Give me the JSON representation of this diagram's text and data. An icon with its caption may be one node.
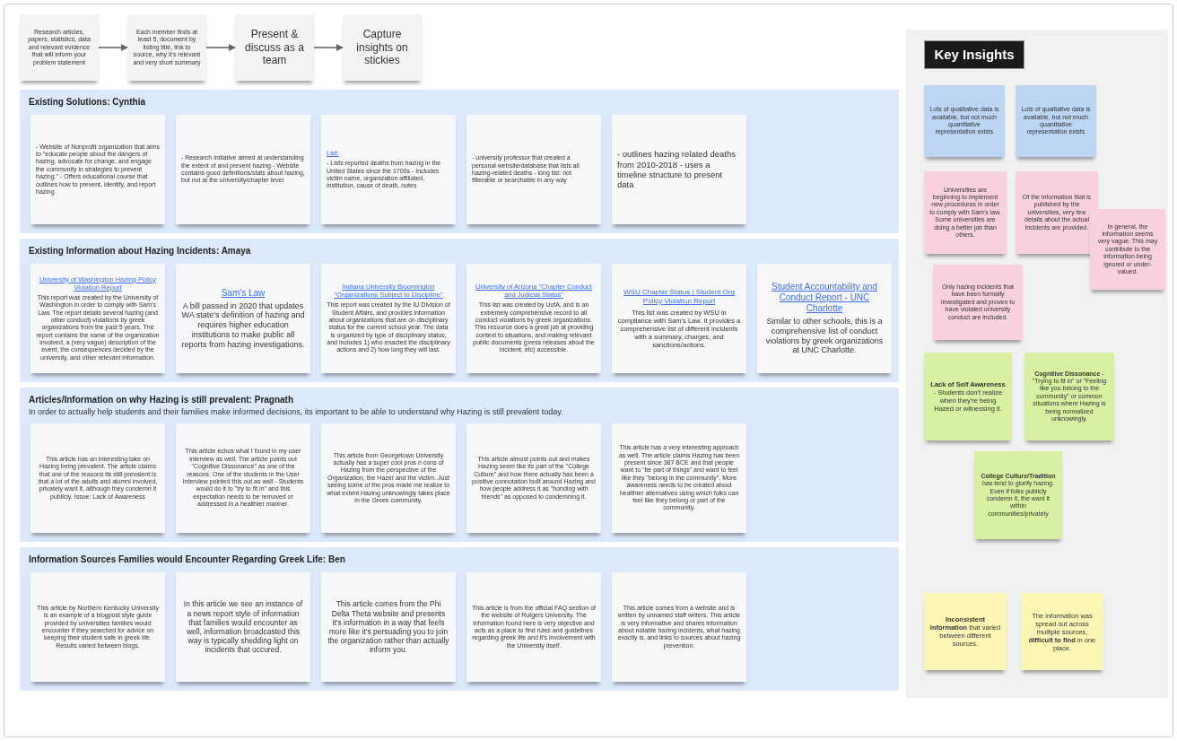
{
  "diagram": {
    "nodes": [
      {
        "text": [
          "Research articles, papers, statistics, data and relevant evidence that will inform your problem statement"
        ]
      },
      {
        "text": [
          "Each member finds at least 5, document by listing title, link to source, why it's relevant and very short summary"
        ]
      },
      {
        "text": [
          "Present & discuss as a team"
        ]
      },
      {
        "text": [
          "Capture insights on stickies"
        ]
      },
      {
        "text": [
          "Existing Solutions: Cynthia"
        ]
      },
      {
        "text": [
          "- Website of Nonprofit organization that aims to \"educate people about the dangers of hazing, advocate for change, and engage the community in strategies to prevent hazing.\" - Offers educational course that outlines how to prevent, identify, and report hazing"
        ],
        "in": 4
      },
      {
        "text": [
          "- Research initiative aimed at understanding the extent of and prevent hazing - Website contains good definitions/stats about hazing, but not at the university/chapter level"
        ],
        "in": 4
      },
      {
        "text": [
          "List:",
          "- Lists reported deaths from hazing in the United States since the 1700s - Includes victim name, organization affiliated, institution, cause of death, notes"
        ],
        "in": 4
      },
      {
        "text": [
          "- university professor that created a personal website/database that lists all hazing-related deaths - long list: not filterable or searchable in any way"
        ],
        "in": 4
      },
      {
        "text": [
          "- outlines hazing related deaths from 2010-2018 - uses a timeline structure to present data"
        ],
        "in": 4
      },
      {
        "text": [
          "Existing Information about Hazing Incidents: Amaya"
        ]
      },
      {
        "text": [
          "University of Washington Hazing Policy Violation Report",
          "This report was created by the University of Washington in order to comply with Sam's Law. The report details several hazing (and other conduct) violations by greek organizations from the past 5 years. The report contains the name of the organization involved, a (very vague) description of the event, the consequences decided by the university, and other relevant information."
        ],
        "in": 10
      },
      {
        "text": [
          "Sam's Law",
          "A bill passed in 2020 that updates WA state's definition of hazing and requires higher education institutions to make public all reports from hazing investigations."
        ],
        "in": 10
      },
      {
        "text": [
          "Indiana University Bloomington \"Organizations Subject to Discipline\"",
          "This report was created by the IU Division of Student Affairs, and provides information about organizations that are on disciplinary status for the current school year. The data is organized by type of disciplinary status, and includes 1) who enacted the disciplinary actions and 2) how long they will last."
        ],
        "in": 10
      },
      {
        "text": [
          "University of Arizona \"Chapter Conduct and Judicial Status\"",
          "This list was created by UofA, and is an extremely comprehensive record to all conduct violations by greek organizations. This resource does a great job at providing context to situations, and making relevant public documents (press releases about the incident, etc) accessible."
        ],
        "in": 10
      },
      {
        "text": [
          "WSU Chapter Status | Student Org Policy Violation Report",
          "This list was created by WSU in compliance with Sam's Law. It provides a comprehensive list of different incidents with a summary, charges, and sanctions/actions."
        ],
        "in": 10
      },
      {
        "text": [
          "Student Accountability and Conduct Report - UNC Charlotte",
          "Similar to other schools, this is a comprehensive list of conduct violations by greek organizations at UNC Charlotte."
        ],
        "in": 10
      },
      {
        "text": [
          "Articles/Information on why Hazing is still prevalent: Pragnath",
          "In order to actually help students and their families make informed decisions, its important to be able to understand why Hazing is still prevalent today."
        ]
      },
      {
        "text": [
          "This article has an interesting take on Hazing being prevalent. The article claims that one of the reasons its still prevalent is that a lot of the adults and alumni involved, privately want it, although they condemn it publicly. Issue: Lack of Awareness"
        ],
        "in": 17
      },
      {
        "text": [
          "This article echos what I found in my user interview as well. The article points out \"Cognitive Dissonance\" as one of the reasons. One of the students in the User Interview pointed this out as well - Students would do it to \"try to fit in\" and this expectation needs to be removed or addressed in a healthier manner."
        ],
        "in": 17
      },
      {
        "text": [
          "This article from Georgetown University actually has a super cool pros n cons of Hazing from the perspective of the Organization, the Hazer and the victim. Just seeing some of the pros made me realize to what extent Hazing unknowingly takes place in the Greek community."
        ],
        "in": 17
      },
      {
        "text": [
          "This article almost points out and makes Hazing seem like its part of the \"College Culture\" and how there actually has been a positive connotation built around Hazing and how people address it as \"bonding with friends\" as opposed to condemning it."
        ],
        "in": 17
      },
      {
        "text": [
          "This article has a very interesting approach as well. The article claims Hazing has been present since 387 BCE and that people want to \"be part of things\" and want to feel like they \"belong in the community\". More awareness needs to be created about healthier alternatives using which folks can feel like they belong or part of the community."
        ],
        "in": 17
      },
      {
        "text": [
          "Information Sources Families would Encounter Regarding Greek Life: Ben"
        ]
      },
      {
        "text": [
          "This article by Northern Kentucky University is an example of a blogpost style guide provided by universities families would encounter if they searched for advice on keeping their student safe in greek life. Results varied between blogs."
        ],
        "in": 23
      },
      {
        "text": [
          "In this article we see an instance of a news report style of information that families would encounter as well, information broadcasted this way is typically shedding light on incidents that occured."
        ],
        "in": 23
      },
      {
        "text": [
          "This article comes from the Phi Delta Theta website and presents it's information in a way that feels more like it's persuading you to join the organization rather than actually inform you."
        ],
        "in": 23
      },
      {
        "text": [
          "This article is from the official FAQ section of the website of Rutgers University. The information found here is very objective and acts as a place to find rules and guidelines regarding greek life and it's involvement with the University itself."
        ],
        "in": 23
      },
      {
        "text": [
          "This article comes from a website and is written by unnamed staff writers. This article is very informative and shares information about notable hazing incidents, what hazing exactly is, and links to sources about hazing prevention."
        ],
        "in": 23
      },
      {
        "text": [],
        "shape": "box"
      },
      {
        "text": [
          "Key Insights"
        ],
        "in": 29
      },
      {
        "text": [
          "Lots of qualitative data is available, but not much quantitative representation exists"
        ],
        "in": 29
      },
      {
        "text": [
          "Lots of qualitative data is available, but not much quantitative representation exists"
        ],
        "in": 29
      },
      {
        "text": [
          "Universities are beginning to implement new procedures in order to comply with Sam's law. Some universities are doing a better job than others."
        ],
        "in": 29
      },
      {
        "text": [
          "Of the information that is published by the universities, very few details about the actual incidents are provided."
        ],
        "in": 29
      },
      {
        "text": [
          "In general, the information seems very vague. This may contribute to the information being ignored or under-valued."
        ],
        "in": 29
      },
      {
        "text": [
          "Only hazing incidents that have been formally investigated and proven to have violated university conduct are included."
        ],
        "in": 29
      },
      {
        "text": [
          "**Lack of Self Awareness** - Students don't realize when they're being Hazed or witnessing it."
        ],
        "in": 29
      },
      {
        "text": [
          "**Cognitive Dissonance** - \"Trying to fit in\" or \"Feeling like you belong to the community\" or common situations where Hazing is being normalized unknowingly."
        ],
        "in": 29
      },
      {
        "text": [
          "**College Culture/Tradition** has tend to glorify hazing. Even if folks publicly condemn it, the want it within communities/privately"
        ],
        "in": 29
      },
      {
        "text": [
          "**Inconsistent Information** that varied between different sources."
        ],
        "in": 29
      },
      {
        "text": [
          "The information was spread out across multiple sources, **difficult to find** in one place."
        ],
        "in": 29
      }
    ],
    "edges": [
      {
        "from": 0,
        "to": 1,
        "arrow": "to"
      },
      {
        "from": 1,
        "to": 2,
        "arrow": "to"
      },
      {
        "from": 2,
        "to": 3,
        "arrow": "to"
      }
    ]
  }
}
